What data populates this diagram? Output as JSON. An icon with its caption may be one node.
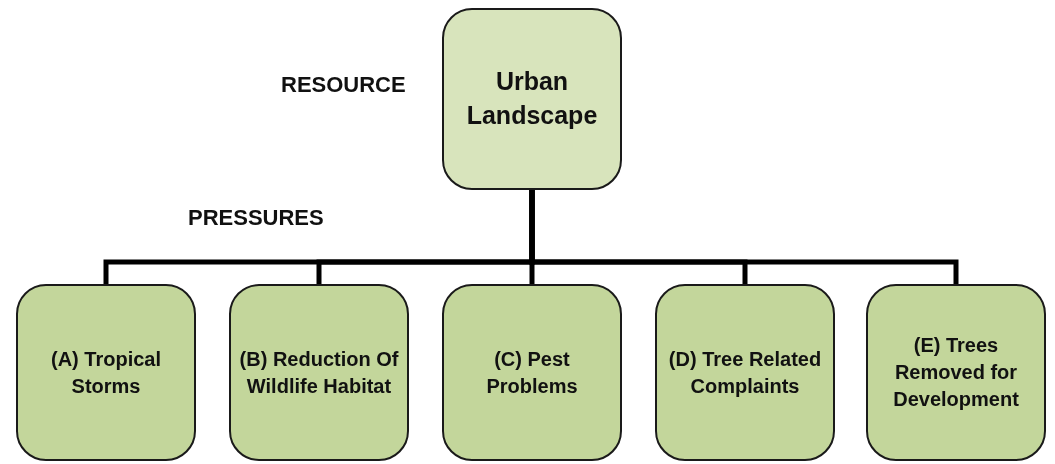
{
  "diagram": {
    "nodes": [
      {
        "text": [
          "Urban Landscape"
        ]
      },
      {
        "text": [
          "(A) Tropical Storms"
        ]
      },
      {
        "text": [
          "(B) Reduction Of Wildlife Habitat"
        ]
      },
      {
        "text": [
          "(C) Pest Problems"
        ]
      },
      {
        "text": [
          "(D) Tree Related Complaints"
        ]
      },
      {
        "text": [
          "(E) Trees Removed for Development"
        ]
      }
    ],
    "edges": [
      {
        "from": 0,
        "to": 1,
        "arrow": "none"
      },
      {
        "from": 0,
        "to": 2,
        "arrow": "none"
      },
      {
        "from": 0,
        "to": 3,
        "arrow": "none"
      },
      {
        "from": 0,
        "to": 4,
        "arrow": "none"
      },
      {
        "from": 0,
        "to": 5,
        "arrow": "none"
      }
    ],
    "labels": [
      "RESOURCE",
      "PRESSURES"
    ]
  }
}
